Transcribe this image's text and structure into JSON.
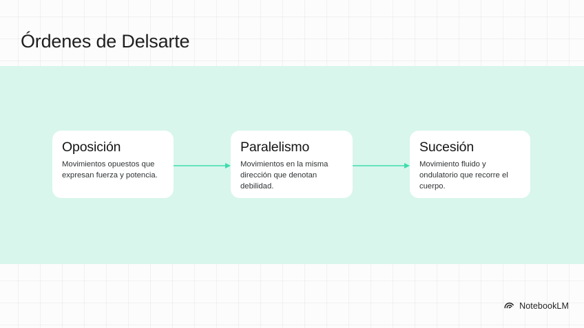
{
  "slide": {
    "title": "Órdenes de Delsarte",
    "band_color": "#d8f6ec",
    "background_color": "#fcfcfc",
    "accent_color": "#3ddcab",
    "title_color": "#1f1f1f"
  },
  "diagram": {
    "type": "horizontal-flow",
    "steps": [
      {
        "title": "Oposición",
        "body": "Movimientos opuestos que expresan fuerza y potencia."
      },
      {
        "title": "Paralelismo",
        "body": "Movimientos en la misma dirección que denotan debilidad."
      },
      {
        "title": "Sucesión",
        "body": "Movimiento fluido y ondulatorio que recorre el cuerpo."
      }
    ],
    "connectors": [
      {
        "from": "Oposición",
        "to": "Paralelismo",
        "style": "arrow-right"
      },
      {
        "from": "Paralelismo",
        "to": "Sucesión",
        "style": "arrow-right"
      }
    ]
  },
  "brand": {
    "name": "NotebookLM",
    "icon": "notebooklm-logo-icon"
  }
}
